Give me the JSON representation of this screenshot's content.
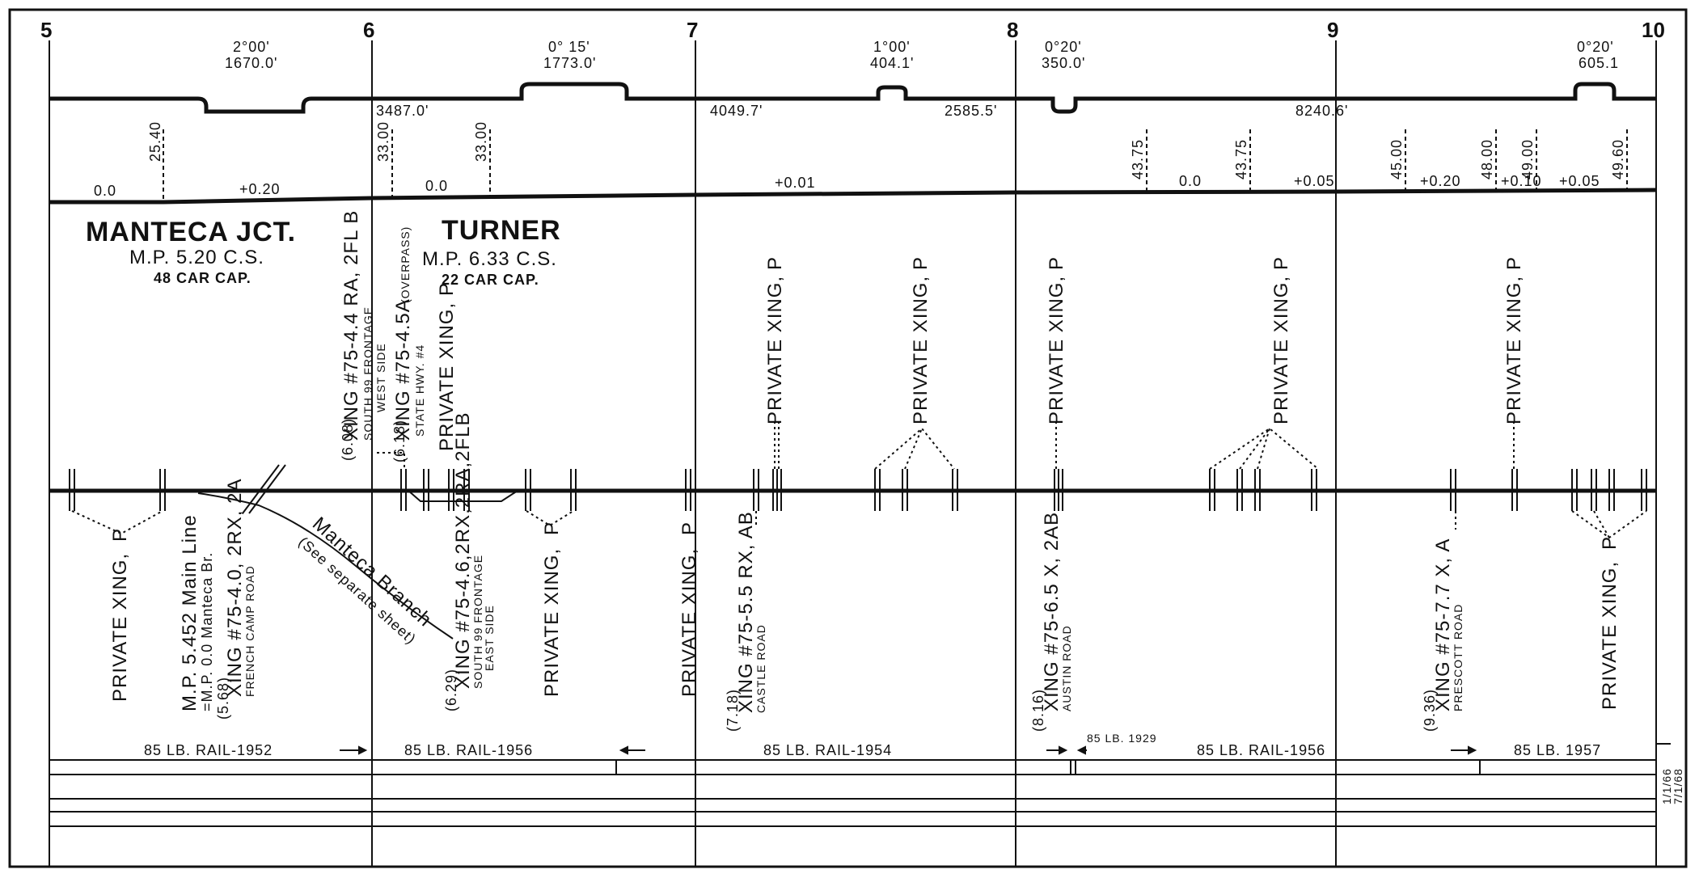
{
  "mileposts": [
    "5",
    "6",
    "7",
    "8",
    "9",
    "10"
  ],
  "curves": [
    {
      "deg": "2°00'",
      "len": "1670.0'"
    },
    {
      "deg": "0° 15'",
      "len": "1773.0'"
    },
    {
      "deg": "1°00'",
      "len": "404.1'"
    },
    {
      "deg": "0°20'",
      "len": "350.0'"
    },
    {
      "deg": "0°20'",
      "len": "605.1"
    }
  ],
  "tangents": [
    "3487.0'",
    "4049.7'",
    "2585.5'",
    "8240.6'"
  ],
  "elevations": [
    "25.40",
    "33.00",
    "33.00",
    "43.75",
    "43.75",
    "45.00",
    "48.00",
    "49.00",
    "49.60"
  ],
  "grades": [
    "0.0",
    "+0.20",
    "0.0",
    "+0.01",
    "0.0",
    "+0.05",
    "+0.20",
    "+0.10",
    "+0.05"
  ],
  "stations": [
    {
      "name": "MANTECA JCT.",
      "mp": "M.P. 5.20 C.S.",
      "cap": "48 CAR CAP."
    },
    {
      "name": "TURNER",
      "mp": "M.P. 6.33 C.S.",
      "cap": "22 CAR CAP."
    }
  ],
  "upper_labels": {
    "xing_608_a": "(6.08)",
    "xing_608_b": "XING #75-4.4  RA, 2FL B",
    "xing_608_c": "SOUTH 99 FRONTAGE",
    "xing_608_d": "WEST SIDE",
    "xing_618_a": "(6.18)",
    "xing_618_b": "XING #75-4.5A",
    "xing_618_c": "(OVERPASS)",
    "xing_618_d": "STATE  HWY. #4",
    "private_xing": "PRIVATE XING,",
    "p": "P"
  },
  "lower_labels": {
    "private_xing": "PRIVATE XING,",
    "p": "P",
    "main_line_a": "M.P. 5.452 Main Line",
    "main_line_b": "=M.P. 0.0 Manteca Br.",
    "xing_568_a": "(5.68)",
    "xing_568_b": "XING #75-4.0, 2RX, 2A",
    "xing_568_c": "FRENCH CAMP  ROAD",
    "branch_a": "Manteca Branch",
    "branch_b": "(See separate sheet)",
    "xing_629_a": "(6.29)",
    "xing_629_b": "XING #75-4.6,2RX,2RA,2FLB",
    "xing_629_c": "SOUTH 99 FRONTAGE",
    "xing_629_d": "EAST SIDE",
    "xing_718_a": "(7.18)",
    "xing_718_b": "XING #75-5.5  RX, AB",
    "xing_718_c": "CASTLE  ROAD",
    "xing_816_a": "(8.16)",
    "xing_816_b": "XING #75-6.5    X, 2AB",
    "xing_816_c": "AUSTIN  ROAD",
    "xing_936_a": "(9.36)",
    "xing_936_b": "XING #75-7.7   X, A",
    "xing_936_c": "PRESCOTT  ROAD"
  },
  "rail": [
    "85 LB. RAIL-1952",
    "85 LB. RAIL-1956",
    "85 LB. RAIL-1954",
    "85 LB. 1929",
    "85 LB. RAIL-1956",
    "85 LB. 1957"
  ],
  "dates": [
    "1/1/66",
    "7/1/68"
  ]
}
